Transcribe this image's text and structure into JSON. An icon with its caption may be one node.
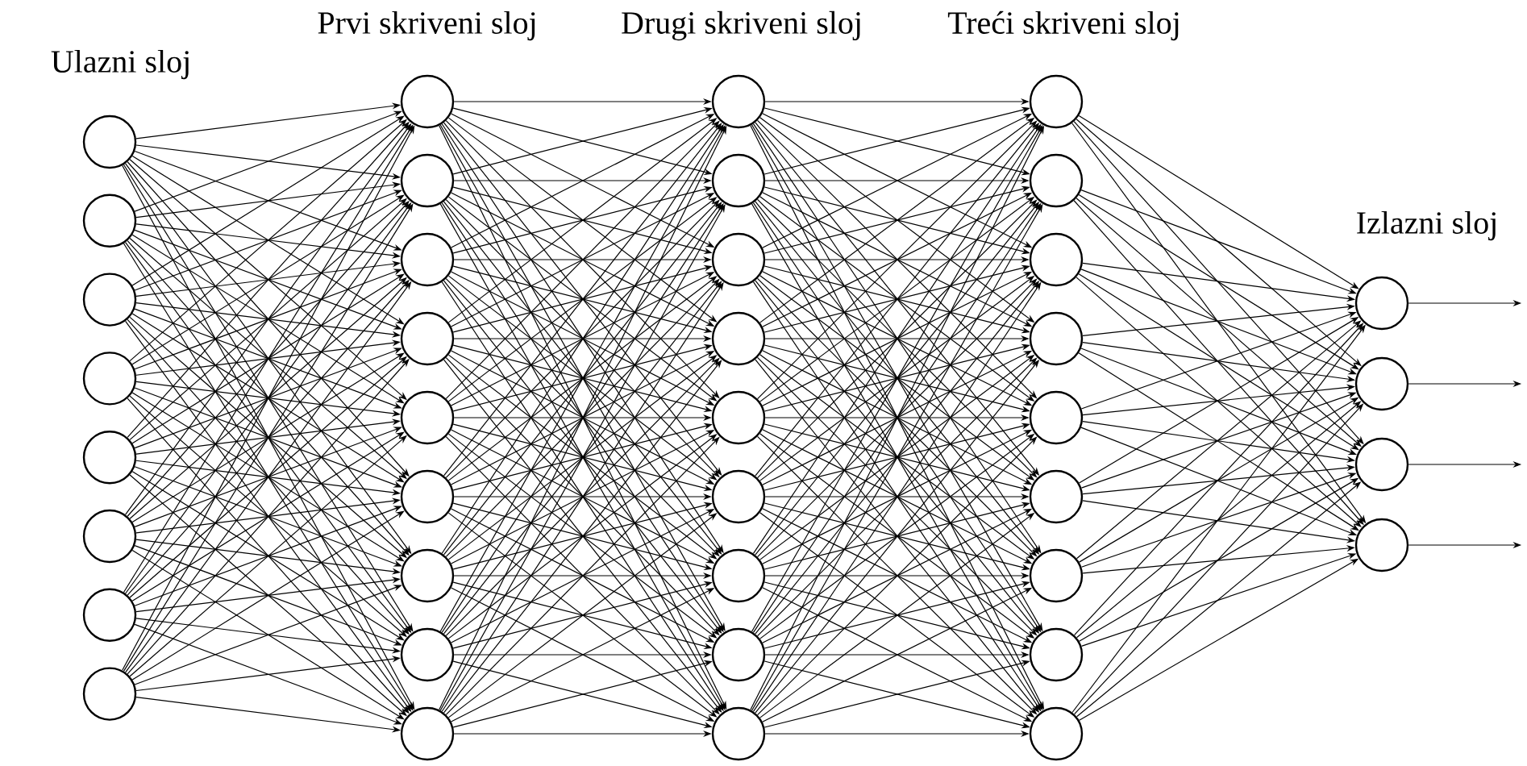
{
  "diagram": {
    "nodes": [
      {
        "text": [],
        "shape": "circle"
      },
      {
        "text": [],
        "shape": "circle"
      },
      {
        "text": [],
        "shape": "circle"
      },
      {
        "text": [],
        "shape": "circle"
      },
      {
        "text": [],
        "shape": "circle"
      },
      {
        "text": [],
        "shape": "circle"
      },
      {
        "text": [],
        "shape": "circle"
      },
      {
        "text": [],
        "shape": "circle"
      },
      {
        "text": [],
        "shape": "circle"
      },
      {
        "text": [],
        "shape": "circle"
      },
      {
        "text": [],
        "shape": "circle"
      },
      {
        "text": [],
        "shape": "circle"
      },
      {
        "text": [],
        "shape": "circle"
      },
      {
        "text": [],
        "shape": "circle"
      },
      {
        "text": [],
        "shape": "circle"
      },
      {
        "text": [],
        "shape": "circle"
      },
      {
        "text": [],
        "shape": "circle"
      },
      {
        "text": [],
        "shape": "circle"
      },
      {
        "text": [],
        "shape": "circle"
      },
      {
        "text": [],
        "shape": "circle"
      },
      {
        "text": [],
        "shape": "circle"
      },
      {
        "text": [],
        "shape": "circle"
      },
      {
        "text": [],
        "shape": "circle"
      },
      {
        "text": [],
        "shape": "circle"
      },
      {
        "text": [],
        "shape": "circle"
      },
      {
        "text": [],
        "shape": "circle"
      },
      {
        "text": [],
        "shape": "circle"
      },
      {
        "text": [],
        "shape": "circle"
      },
      {
        "text": [],
        "shape": "circle"
      },
      {
        "text": [],
        "shape": "circle"
      },
      {
        "text": [],
        "shape": "circle"
      },
      {
        "text": [],
        "shape": "circle"
      },
      {
        "text": [],
        "shape": "circle"
      },
      {
        "text": [],
        "shape": "circle"
      },
      {
        "text": [],
        "shape": "circle"
      },
      {
        "text": [],
        "shape": "circle"
      },
      {
        "text": [],
        "shape": "circle"
      },
      {
        "text": [],
        "shape": "circle"
      },
      {
        "text": [],
        "shape": "circle"
      }
    ],
    "edges": [
      {
        "from": 0,
        "to": 8,
        "arrow": "to"
      },
      {
        "from": 0,
        "to": 9,
        "arrow": "to"
      },
      {
        "from": 0,
        "to": 10,
        "arrow": "to"
      },
      {
        "from": 0,
        "to": 11,
        "arrow": "to"
      },
      {
        "from": 0,
        "to": 12,
        "arrow": "to"
      },
      {
        "from": 0,
        "to": 13,
        "arrow": "to"
      },
      {
        "from": 0,
        "to": 14,
        "arrow": "to"
      },
      {
        "from": 0,
        "to": 15,
        "arrow": "to"
      },
      {
        "from": 0,
        "to": 16,
        "arrow": "to"
      },
      {
        "from": 1,
        "to": 8,
        "arrow": "to"
      },
      {
        "from": 1,
        "to": 9,
        "arrow": "to"
      },
      {
        "from": 1,
        "to": 10,
        "arrow": "to"
      },
      {
        "from": 1,
        "to": 11,
        "arrow": "to"
      },
      {
        "from": 1,
        "to": 12,
        "arrow": "to"
      },
      {
        "from": 1,
        "to": 13,
        "arrow": "to"
      },
      {
        "from": 1,
        "to": 14,
        "arrow": "to"
      },
      {
        "from": 1,
        "to": 15,
        "arrow": "to"
      },
      {
        "from": 1,
        "to": 16,
        "arrow": "to"
      },
      {
        "from": 2,
        "to": 8,
        "arrow": "to"
      },
      {
        "from": 2,
        "to": 9,
        "arrow": "to"
      },
      {
        "from": 2,
        "to": 10,
        "arrow": "to"
      },
      {
        "from": 2,
        "to": 11,
        "arrow": "to"
      },
      {
        "from": 2,
        "to": 12,
        "arrow": "to"
      },
      {
        "from": 2,
        "to": 13,
        "arrow": "to"
      },
      {
        "from": 2,
        "to": 14,
        "arrow": "to"
      },
      {
        "from": 2,
        "to": 15,
        "arrow": "to"
      },
      {
        "from": 2,
        "to": 16,
        "arrow": "to"
      },
      {
        "from": 3,
        "to": 8,
        "arrow": "to"
      },
      {
        "from": 3,
        "to": 9,
        "arrow": "to"
      },
      {
        "from": 3,
        "to": 10,
        "arrow": "to"
      },
      {
        "from": 3,
        "to": 11,
        "arrow": "to"
      },
      {
        "from": 3,
        "to": 12,
        "arrow": "to"
      },
      {
        "from": 3,
        "to": 13,
        "arrow": "to"
      },
      {
        "from": 3,
        "to": 14,
        "arrow": "to"
      },
      {
        "from": 3,
        "to": 15,
        "arrow": "to"
      },
      {
        "from": 3,
        "to": 16,
        "arrow": "to"
      },
      {
        "from": 4,
        "to": 8,
        "arrow": "to"
      },
      {
        "from": 4,
        "to": 9,
        "arrow": "to"
      },
      {
        "from": 4,
        "to": 10,
        "arrow": "to"
      },
      {
        "from": 4,
        "to": 11,
        "arrow": "to"
      },
      {
        "from": 4,
        "to": 12,
        "arrow": "to"
      },
      {
        "from": 4,
        "to": 13,
        "arrow": "to"
      },
      {
        "from": 4,
        "to": 14,
        "arrow": "to"
      },
      {
        "from": 4,
        "to": 15,
        "arrow": "to"
      },
      {
        "from": 4,
        "to": 16,
        "arrow": "to"
      },
      {
        "from": 5,
        "to": 8,
        "arrow": "to"
      },
      {
        "from": 5,
        "to": 9,
        "arrow": "to"
      },
      {
        "from": 5,
        "to": 10,
        "arrow": "to"
      },
      {
        "from": 5,
        "to": 11,
        "arrow": "to"
      },
      {
        "from": 5,
        "to": 12,
        "arrow": "to"
      },
      {
        "from": 5,
        "to": 13,
        "arrow": "to"
      },
      {
        "from": 5,
        "to": 14,
        "arrow": "to"
      },
      {
        "from": 5,
        "to": 15,
        "arrow": "to"
      },
      {
        "from": 5,
        "to": 16,
        "arrow": "to"
      },
      {
        "from": 6,
        "to": 8,
        "arrow": "to"
      },
      {
        "from": 6,
        "to": 9,
        "arrow": "to"
      },
      {
        "from": 6,
        "to": 10,
        "arrow": "to"
      },
      {
        "from": 6,
        "to": 11,
        "arrow": "to"
      },
      {
        "from": 6,
        "to": 12,
        "arrow": "to"
      },
      {
        "from": 6,
        "to": 13,
        "arrow": "to"
      },
      {
        "from": 6,
        "to": 14,
        "arrow": "to"
      },
      {
        "from": 6,
        "to": 15,
        "arrow": "to"
      },
      {
        "from": 6,
        "to": 16,
        "arrow": "to"
      },
      {
        "from": 7,
        "to": 8,
        "arrow": "to"
      },
      {
        "from": 7,
        "to": 9,
        "arrow": "to"
      },
      {
        "from": 7,
        "to": 10,
        "arrow": "to"
      },
      {
        "from": 7,
        "to": 11,
        "arrow": "to"
      },
      {
        "from": 7,
        "to": 12,
        "arrow": "to"
      },
      {
        "from": 7,
        "to": 13,
        "arrow": "to"
      },
      {
        "from": 7,
        "to": 14,
        "arrow": "to"
      },
      {
        "from": 7,
        "to": 15,
        "arrow": "to"
      },
      {
        "from": 7,
        "to": 16,
        "arrow": "to"
      },
      {
        "from": 8,
        "to": 17,
        "arrow": "to"
      },
      {
        "from": 8,
        "to": 18,
        "arrow": "to"
      },
      {
        "from": 8,
        "to": 19,
        "arrow": "to"
      },
      {
        "from": 8,
        "to": 20,
        "arrow": "to"
      },
      {
        "from": 8,
        "to": 21,
        "arrow": "to"
      },
      {
        "from": 8,
        "to": 22,
        "arrow": "to"
      },
      {
        "from": 8,
        "to": 23,
        "arrow": "to"
      },
      {
        "from": 8,
        "to": 24,
        "arrow": "to"
      },
      {
        "from": 8,
        "to": 25,
        "arrow": "to"
      },
      {
        "from": 9,
        "to": 17,
        "arrow": "to"
      },
      {
        "from": 9,
        "to": 18,
        "arrow": "to"
      },
      {
        "from": 9,
        "to": 19,
        "arrow": "to"
      },
      {
        "from": 9,
        "to": 20,
        "arrow": "to"
      },
      {
        "from": 9,
        "to": 21,
        "arrow": "to"
      },
      {
        "from": 9,
        "to": 22,
        "arrow": "to"
      },
      {
        "from": 9,
        "to": 23,
        "arrow": "to"
      },
      {
        "from": 9,
        "to": 24,
        "arrow": "to"
      },
      {
        "from": 9,
        "to": 25,
        "arrow": "to"
      },
      {
        "from": 10,
        "to": 17,
        "arrow": "to"
      },
      {
        "from": 10,
        "to": 18,
        "arrow": "to"
      },
      {
        "from": 10,
        "to": 19,
        "arrow": "to"
      },
      {
        "from": 10,
        "to": 20,
        "arrow": "to"
      },
      {
        "from": 10,
        "to": 21,
        "arrow": "to"
      },
      {
        "from": 10,
        "to": 22,
        "arrow": "to"
      },
      {
        "from": 10,
        "to": 23,
        "arrow": "to"
      },
      {
        "from": 10,
        "to": 24,
        "arrow": "to"
      },
      {
        "from": 10,
        "to": 25,
        "arrow": "to"
      },
      {
        "from": 11,
        "to": 17,
        "arrow": "to"
      },
      {
        "from": 11,
        "to": 18,
        "arrow": "to"
      },
      {
        "from": 11,
        "to": 19,
        "arrow": "to"
      },
      {
        "from": 11,
        "to": 20,
        "arrow": "to"
      },
      {
        "from": 11,
        "to": 21,
        "arrow": "to"
      },
      {
        "from": 11,
        "to": 22,
        "arrow": "to"
      },
      {
        "from": 11,
        "to": 23,
        "arrow": "to"
      },
      {
        "from": 11,
        "to": 24,
        "arrow": "to"
      },
      {
        "from": 11,
        "to": 25,
        "arrow": "to"
      },
      {
        "from": 12,
        "to": 17,
        "arrow": "to"
      },
      {
        "from": 12,
        "to": 18,
        "arrow": "to"
      },
      {
        "from": 12,
        "to": 19,
        "arrow": "to"
      },
      {
        "from": 12,
        "to": 20,
        "arrow": "to"
      },
      {
        "from": 12,
        "to": 21,
        "arrow": "to"
      },
      {
        "from": 12,
        "to": 22,
        "arrow": "to"
      },
      {
        "from": 12,
        "to": 23,
        "arrow": "to"
      },
      {
        "from": 12,
        "to": 24,
        "arrow": "to"
      },
      {
        "from": 12,
        "to": 25,
        "arrow": "to"
      },
      {
        "from": 13,
        "to": 17,
        "arrow": "to"
      },
      {
        "from": 13,
        "to": 18,
        "arrow": "to"
      },
      {
        "from": 13,
        "to": 19,
        "arrow": "to"
      },
      {
        "from": 13,
        "to": 20,
        "arrow": "to"
      },
      {
        "from": 13,
        "to": 21,
        "arrow": "to"
      },
      {
        "from": 13,
        "to": 22,
        "arrow": "to"
      },
      {
        "from": 13,
        "to": 23,
        "arrow": "to"
      },
      {
        "from": 13,
        "to": 24,
        "arrow": "to"
      },
      {
        "from": 13,
        "to": 25,
        "arrow": "to"
      },
      {
        "from": 14,
        "to": 17,
        "arrow": "to"
      },
      {
        "from": 14,
        "to": 18,
        "arrow": "to"
      },
      {
        "from": 14,
        "to": 19,
        "arrow": "to"
      },
      {
        "from": 14,
        "to": 20,
        "arrow": "to"
      },
      {
        "from": 14,
        "to": 21,
        "arrow": "to"
      },
      {
        "from": 14,
        "to": 22,
        "arrow": "to"
      },
      {
        "from": 14,
        "to": 23,
        "arrow": "to"
      },
      {
        "from": 14,
        "to": 24,
        "arrow": "to"
      },
      {
        "from": 14,
        "to": 25,
        "arrow": "to"
      },
      {
        "from": 15,
        "to": 17,
        "arrow": "to"
      },
      {
        "from": 15,
        "to": 18,
        "arrow": "to"
      },
      {
        "from": 15,
        "to": 19,
        "arrow": "to"
      },
      {
        "from": 15,
        "to": 20,
        "arrow": "to"
      },
      {
        "from": 15,
        "to": 21,
        "arrow": "to"
      },
      {
        "from": 15,
        "to": 22,
        "arrow": "to"
      },
      {
        "from": 15,
        "to": 23,
        "arrow": "to"
      },
      {
        "from": 15,
        "to": 24,
        "arrow": "to"
      },
      {
        "from": 15,
        "to": 25,
        "arrow": "to"
      },
      {
        "from": 16,
        "to": 17,
        "arrow": "to"
      },
      {
        "from": 16,
        "to": 18,
        "arrow": "to"
      },
      {
        "from": 16,
        "to": 19,
        "arrow": "to"
      },
      {
        "from": 16,
        "to": 20,
        "arrow": "to"
      },
      {
        "from": 16,
        "to": 21,
        "arrow": "to"
      },
      {
        "from": 16,
        "to": 22,
        "arrow": "to"
      },
      {
        "from": 16,
        "to": 23,
        "arrow": "to"
      },
      {
        "from": 16,
        "to": 24,
        "arrow": "to"
      },
      {
        "from": 16,
        "to": 25,
        "arrow": "to"
      },
      {
        "from": 17,
        "to": 26,
        "arrow": "to"
      },
      {
        "from": 17,
        "to": 27,
        "arrow": "to"
      },
      {
        "from": 17,
        "to": 28,
        "arrow": "to"
      },
      {
        "from": 17,
        "to": 29,
        "arrow": "to"
      },
      {
        "from": 17,
        "to": 30,
        "arrow": "to"
      },
      {
        "from": 17,
        "to": 31,
        "arrow": "to"
      },
      {
        "from": 17,
        "to": 32,
        "arrow": "to"
      },
      {
        "from": 17,
        "to": 33,
        "arrow": "to"
      },
      {
        "from": 17,
        "to": 34,
        "arrow": "to"
      },
      {
        "from": 18,
        "to": 26,
        "arrow": "to"
      },
      {
        "from": 18,
        "to": 27,
        "arrow": "to"
      },
      {
        "from": 18,
        "to": 28,
        "arrow": "to"
      },
      {
        "from": 18,
        "to": 29,
        "arrow": "to"
      },
      {
        "from": 18,
        "to": 30,
        "arrow": "to"
      },
      {
        "from": 18,
        "to": 31,
        "arrow": "to"
      },
      {
        "from": 18,
        "to": 32,
        "arrow": "to"
      },
      {
        "from": 18,
        "to": 33,
        "arrow": "to"
      },
      {
        "from": 18,
        "to": 34,
        "arrow": "to"
      },
      {
        "from": 19,
        "to": 26,
        "arrow": "to"
      },
      {
        "from": 19,
        "to": 27,
        "arrow": "to"
      },
      {
        "from": 19,
        "to": 28,
        "arrow": "to"
      },
      {
        "from": 19,
        "to": 29,
        "arrow": "to"
      },
      {
        "from": 19,
        "to": 30,
        "arrow": "to"
      },
      {
        "from": 19,
        "to": 31,
        "arrow": "to"
      },
      {
        "from": 19,
        "to": 32,
        "arrow": "to"
      },
      {
        "from": 19,
        "to": 33,
        "arrow": "to"
      },
      {
        "from": 19,
        "to": 34,
        "arrow": "to"
      },
      {
        "from": 20,
        "to": 26,
        "arrow": "to"
      },
      {
        "from": 20,
        "to": 27,
        "arrow": "to"
      },
      {
        "from": 20,
        "to": 28,
        "arrow": "to"
      },
      {
        "from": 20,
        "to": 29,
        "arrow": "to"
      },
      {
        "from": 20,
        "to": 30,
        "arrow": "to"
      },
      {
        "from": 20,
        "to": 31,
        "arrow": "to"
      },
      {
        "from": 20,
        "to": 32,
        "arrow": "to"
      },
      {
        "from": 20,
        "to": 33,
        "arrow": "to"
      },
      {
        "from": 20,
        "to": 34,
        "arrow": "to"
      },
      {
        "from": 21,
        "to": 26,
        "arrow": "to"
      },
      {
        "from": 21,
        "to": 27,
        "arrow": "to"
      },
      {
        "from": 21,
        "to": 28,
        "arrow": "to"
      },
      {
        "from": 21,
        "to": 29,
        "arrow": "to"
      },
      {
        "from": 21,
        "to": 30,
        "arrow": "to"
      },
      {
        "from": 21,
        "to": 31,
        "arrow": "to"
      },
      {
        "from": 21,
        "to": 32,
        "arrow": "to"
      },
      {
        "from": 21,
        "to": 33,
        "arrow": "to"
      },
      {
        "from": 21,
        "to": 34,
        "arrow": "to"
      },
      {
        "from": 22,
        "to": 26,
        "arrow": "to"
      },
      {
        "from": 22,
        "to": 27,
        "arrow": "to"
      },
      {
        "from": 22,
        "to": 28,
        "arrow": "to"
      },
      {
        "from": 22,
        "to": 29,
        "arrow": "to"
      },
      {
        "from": 22,
        "to": 30,
        "arrow": "to"
      },
      {
        "from": 22,
        "to": 31,
        "arrow": "to"
      },
      {
        "from": 22,
        "to": 32,
        "arrow": "to"
      },
      {
        "from": 22,
        "to": 33,
        "arrow": "to"
      },
      {
        "from": 22,
        "to": 34,
        "arrow": "to"
      },
      {
        "from": 23,
        "to": 26,
        "arrow": "to"
      },
      {
        "from": 23,
        "to": 27,
        "arrow": "to"
      },
      {
        "from": 23,
        "to": 28,
        "arrow": "to"
      },
      {
        "from": 23,
        "to": 29,
        "arrow": "to"
      },
      {
        "from": 23,
        "to": 30,
        "arrow": "to"
      },
      {
        "from": 23,
        "to": 31,
        "arrow": "to"
      },
      {
        "from": 23,
        "to": 32,
        "arrow": "to"
      },
      {
        "from": 23,
        "to": 33,
        "arrow": "to"
      },
      {
        "from": 23,
        "to": 34,
        "arrow": "to"
      },
      {
        "from": 24,
        "to": 26,
        "arrow": "to"
      },
      {
        "from": 24,
        "to": 27,
        "arrow": "to"
      },
      {
        "from": 24,
        "to": 28,
        "arrow": "to"
      },
      {
        "from": 24,
        "to": 29,
        "arrow": "to"
      },
      {
        "from": 24,
        "to": 30,
        "arrow": "to"
      },
      {
        "from": 24,
        "to": 31,
        "arrow": "to"
      },
      {
        "from": 24,
        "to": 32,
        "arrow": "to"
      },
      {
        "from": 24,
        "to": 33,
        "arrow": "to"
      },
      {
        "from": 24,
        "to": 34,
        "arrow": "to"
      },
      {
        "from": 25,
        "to": 26,
        "arrow": "to"
      },
      {
        "from": 25,
        "to": 27,
        "arrow": "to"
      },
      {
        "from": 25,
        "to": 28,
        "arrow": "to"
      },
      {
        "from": 25,
        "to": 29,
        "arrow": "to"
      },
      {
        "from": 25,
        "to": 30,
        "arrow": "to"
      },
      {
        "from": 25,
        "to": 31,
        "arrow": "to"
      },
      {
        "from": 25,
        "to": 32,
        "arrow": "to"
      },
      {
        "from": 25,
        "to": 33,
        "arrow": "to"
      },
      {
        "from": 25,
        "to": 34,
        "arrow": "to"
      },
      {
        "from": 26,
        "to": 35,
        "arrow": "to"
      },
      {
        "from": 26,
        "to": 36,
        "arrow": "to"
      },
      {
        "from": 26,
        "to": 37,
        "arrow": "to"
      },
      {
        "from": 26,
        "to": 38,
        "arrow": "to"
      },
      {
        "from": 27,
        "to": 35,
        "arrow": "to"
      },
      {
        "from": 27,
        "to": 36,
        "arrow": "to"
      },
      {
        "from": 27,
        "to": 37,
        "arrow": "to"
      },
      {
        "from": 27,
        "to": 38,
        "arrow": "to"
      },
      {
        "from": 28,
        "to": 35,
        "arrow": "to"
      },
      {
        "from": 28,
        "to": 36,
        "arrow": "to"
      },
      {
        "from": 28,
        "to": 37,
        "arrow": "to"
      },
      {
        "from": 28,
        "to": 38,
        "arrow": "to"
      },
      {
        "from": 29,
        "to": 35,
        "arrow": "to"
      },
      {
        "from": 29,
        "to": 36,
        "arrow": "to"
      },
      {
        "from": 29,
        "to": 37,
        "arrow": "to"
      },
      {
        "from": 29,
        "to": 38,
        "arrow": "to"
      },
      {
        "from": 30,
        "to": 35,
        "arrow": "to"
      },
      {
        "from": 30,
        "to": 36,
        "arrow": "to"
      },
      {
        "from": 30,
        "to": 37,
        "arrow": "to"
      },
      {
        "from": 30,
        "to": 38,
        "arrow": "to"
      },
      {
        "from": 31,
        "to": 35,
        "arrow": "to"
      },
      {
        "from": 31,
        "to": 36,
        "arrow": "to"
      },
      {
        "from": 31,
        "to": 37,
        "arrow": "to"
      },
      {
        "from": 31,
        "to": 38,
        "arrow": "to"
      },
      {
        "from": 32,
        "to": 35,
        "arrow": "to"
      },
      {
        "from": 32,
        "to": 36,
        "arrow": "to"
      },
      {
        "from": 32,
        "to": 37,
        "arrow": "to"
      },
      {
        "from": 32,
        "to": 38,
        "arrow": "to"
      },
      {
        "from": 33,
        "to": 35,
        "arrow": "to"
      },
      {
        "from": 33,
        "to": 36,
        "arrow": "to"
      },
      {
        "from": 33,
        "to": 37,
        "arrow": "to"
      },
      {
        "from": 33,
        "to": 38,
        "arrow": "to"
      },
      {
        "from": 34,
        "to": 35,
        "arrow": "to"
      },
      {
        "from": 34,
        "to": 36,
        "arrow": "to"
      },
      {
        "from": 34,
        "to": 37,
        "arrow": "to"
      },
      {
        "from": 34,
        "to": 38,
        "arrow": "to"
      },
      {
        "from": 35,
        "to": null,
        "arrow": "to"
      },
      {
        "from": 36,
        "to": null,
        "arrow": "to"
      },
      {
        "from": 37,
        "to": null,
        "arrow": "to"
      },
      {
        "from": 38,
        "to": null,
        "arrow": "to"
      }
    ],
    "labels": [
      "Ulazni sloj",
      "Prvi skriveni sloj",
      "Drugi skriveni sloj",
      "Treći skriveni sloj",
      "Izlazni sloj"
    ]
  }
}
